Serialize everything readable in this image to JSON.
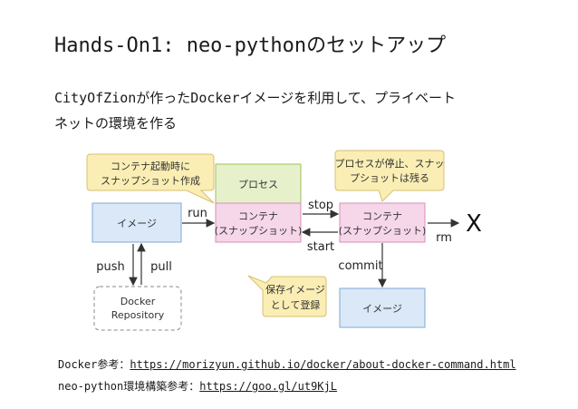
{
  "title": "Hands-On1: neo-pythonのセットアップ",
  "intro": {
    "line1": "CityOfZionが作ったDockerイメージを利用して、プライベート",
    "line2": "ネットの環境を作る"
  },
  "diagram": {
    "image_box_left": "イメージ",
    "process_box": "プロセス",
    "container_left": {
      "line1": "コンテナ",
      "line2": "(スナップショット)"
    },
    "container_right": {
      "line1": "コンテナ",
      "line2": "(スナップショット)"
    },
    "image_box_right": "イメージ",
    "docker_repository": {
      "line1": "Docker",
      "line2": "Repository"
    },
    "callout_start": {
      "line1": "コンテナ起動時に",
      "line2": "スナップショット作成"
    },
    "callout_stop": {
      "line1": "プロセスが停止、スナッ",
      "line2": "プショットは残る"
    },
    "callout_commit": {
      "line1": "保存イメージ",
      "line2": "として登録"
    },
    "labels": {
      "run": "run",
      "stop": "stop",
      "start": "start",
      "commit": "commit",
      "rm": "rm",
      "x": "X",
      "push": "push",
      "pull": "pull"
    },
    "colors": {
      "blue_fill": "#dbe8f7",
      "blue_stroke": "#7fa9d8",
      "green_fill": "#e6f1cc",
      "green_stroke": "#9fc35a",
      "pink_fill": "#f6d6e9",
      "pink_stroke": "#d88fb8",
      "yellow_fill": "#faeeb4",
      "yellow_stroke": "#d8c070"
    }
  },
  "references": {
    "docker_label": "Docker参考：",
    "docker_url": "https://morizyun.github.io/docker/about-docker-command.html",
    "neo_label": "neo-python環境構築参考：",
    "neo_url": "https://goo.gl/ut9KjL"
  }
}
